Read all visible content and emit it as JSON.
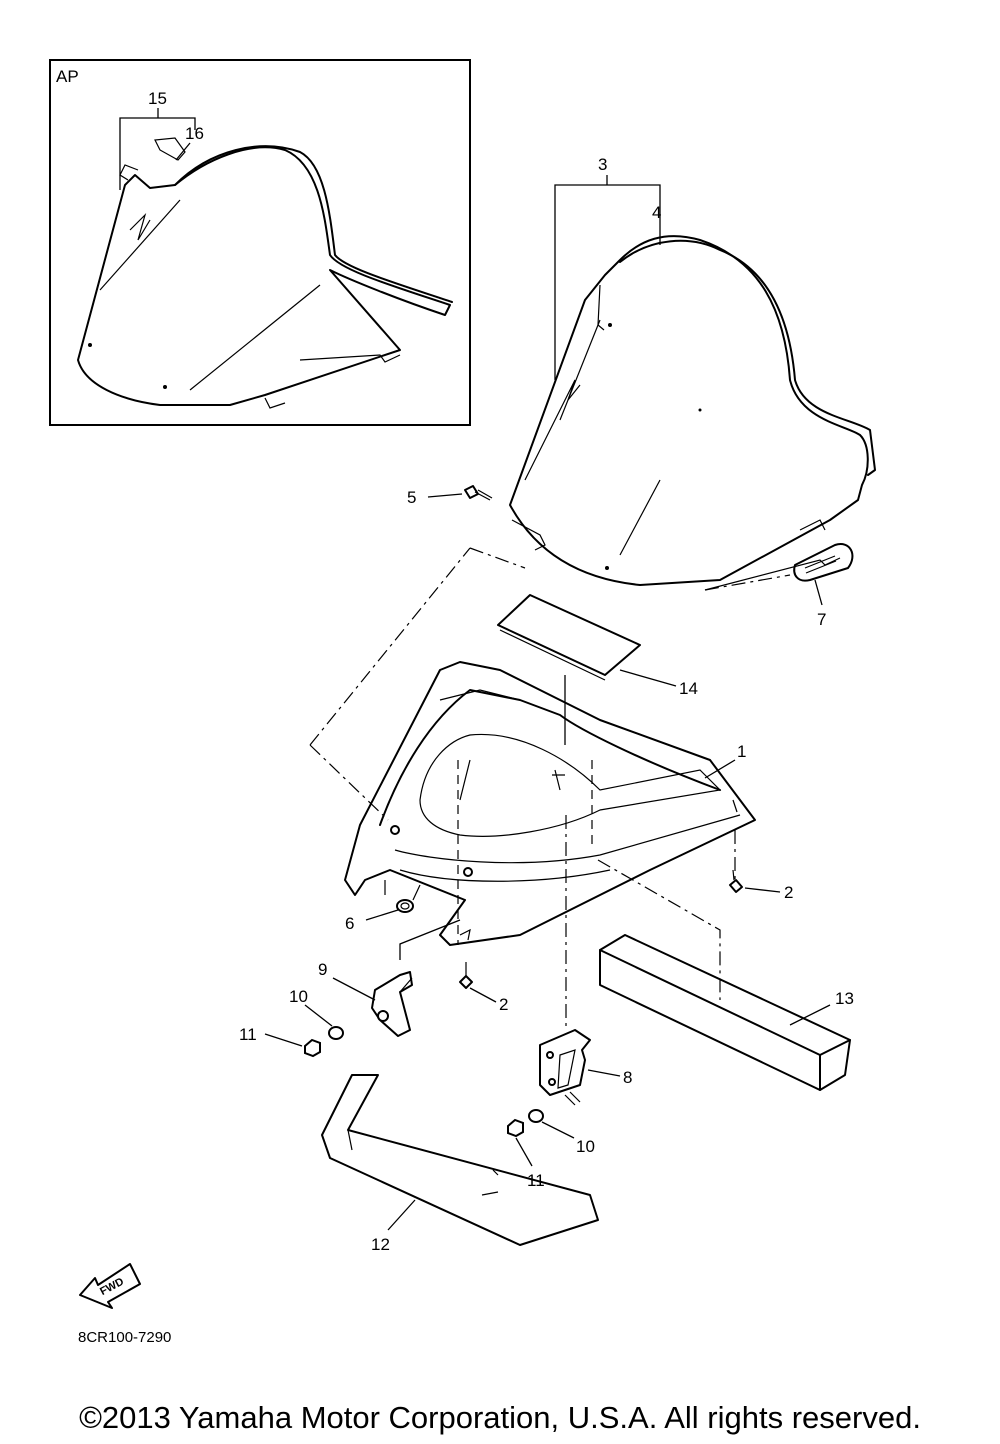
{
  "inset": {
    "label": "AP"
  },
  "callouts": {
    "c1": "1",
    "c2a": "2",
    "c2b": "2",
    "c3": "3",
    "c4": "4",
    "c5": "5",
    "c6": "6",
    "c7": "7",
    "c8": "8",
    "c9": "9",
    "c10a": "10",
    "c10b": "10",
    "c11a": "11",
    "c11b": "11",
    "c12": "12",
    "c13": "13",
    "c14": "14",
    "c15": "15",
    "c16": "16"
  },
  "forward_arrow": {
    "label": "FWD",
    "icon": "fwd-arrow-icon"
  },
  "diagram_code": "8CR100-7290",
  "copyright": "©2013 Yamaha Motor Corporation, U.S.A. All rights reserved."
}
